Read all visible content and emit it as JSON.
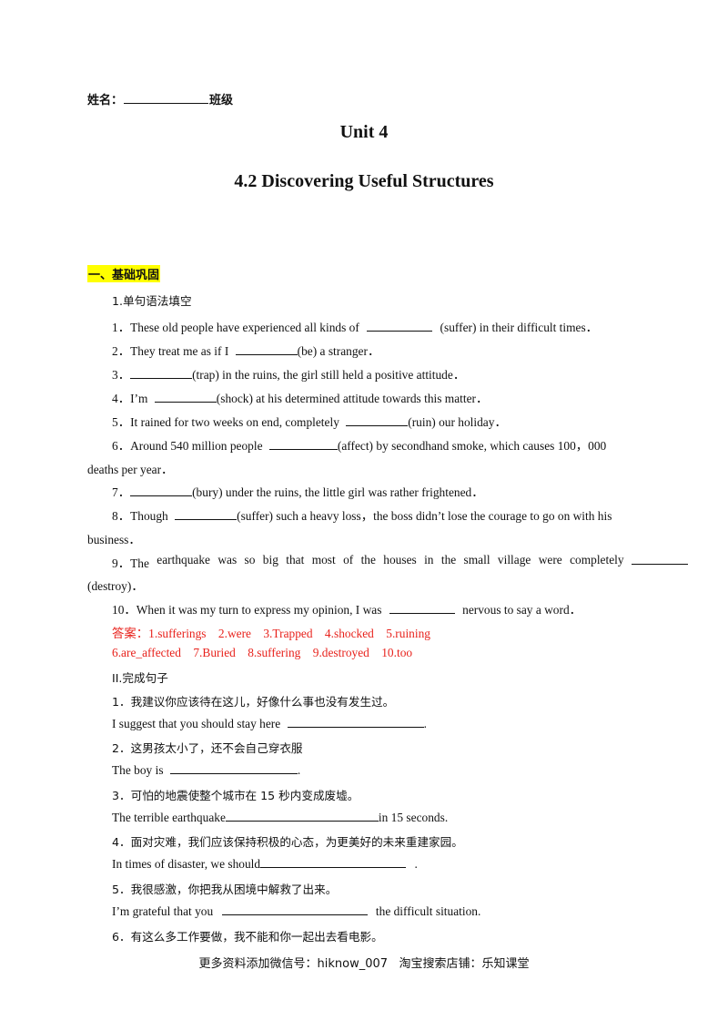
{
  "header": {
    "name_label": "姓名：",
    "class_label": "班级"
  },
  "title": {
    "unit": "Unit  4",
    "subtitle": "4.2  Discovering Useful Structures"
  },
  "section1": {
    "heading": "一、基础巩固",
    "part1_label": "1.单句语法填空"
  },
  "q1": {
    "a": "1．These old people have experienced all kinds of",
    "b": "(suffer) in their difficult times．"
  },
  "q2": {
    "a": "2．They treat me as if I",
    "b": "(be) a stranger．"
  },
  "q3": {
    "a": "3．",
    "b": "(trap) in the ruins, the girl still held a positive attitude．"
  },
  "q4": {
    "a": "4．I’m",
    "b": "(shock) at his determined attitude towards this matter．"
  },
  "q5": {
    "a": "5．It rained for two weeks on end, completely",
    "b": "(ruin) our holiday．"
  },
  "q6": {
    "a": "6．Around 540 million people",
    "b": "(affect) by secondhand smoke, which causes 100，000",
    "c": "deaths per year．"
  },
  "q7": {
    "a": "7．",
    "b": "(bury) under the ruins, the little girl was rather frightened．"
  },
  "q8": {
    "a": "8．Though",
    "b": "(suffer) such a heavy loss，the boss didn’t lose the courage to go on with his",
    "c": "business．"
  },
  "q9": {
    "w1": "9．The",
    "w2": "earthquake",
    "w3": "was",
    "w4": "so",
    "w5": "big",
    "w6": "that",
    "w7": "most",
    "w8": "of",
    "w9": "the",
    "w10": "houses",
    "w11": "in",
    "w12": "the",
    "w13": "small",
    "w14": "village",
    "w15": "were",
    "w16": "completely",
    "c": "(destroy)．"
  },
  "q10": {
    "a": "10．When it was my turn to express my opinion, I was",
    "b": "nervous to say a word．"
  },
  "answers": {
    "line1": "答案：1.sufferings    2.were    3.Trapped    4.shocked    5.ruining",
    "line2": "6.are_affected    7.Buried    8.suffering    9.destroyed    10.too"
  },
  "part2": {
    "label": "II.完成句子",
    "s1_cn": "1．我建议你应该待在这儿，好像什么事也没有发生过。",
    "s1_en_a": "I suggest that you should stay here",
    "s1_en_b": ".",
    "s2_cn": "2．这男孩太小了，还不会自己穿衣服",
    "s2_en_a": "The boy is",
    "s2_en_b": ".",
    "s3_cn": "3．可怕的地震使整个城市在 15 秒内变成废墟。",
    "s3_en_a": "The terrible earthquake",
    "s3_en_b": "in 15 seconds.",
    "s4_cn": "4．面对灾难，我们应该保持积极的心态，为更美好的未来重建家园。",
    "s4_en_a": "In times of disaster, we should",
    "s4_en_b": ".",
    "s5_cn": "5．我很感激，你把我从困境中解救了出来。",
    "s5_en_a": "I’m grateful that you",
    "s5_en_b": "the difficult situation.",
    "s6_cn": "6．有这么多工作要做，我不能和你一起出去看电影。"
  },
  "footer": "更多资料添加微信号：hiknow_007   淘宝搜索店铺：乐知课堂"
}
